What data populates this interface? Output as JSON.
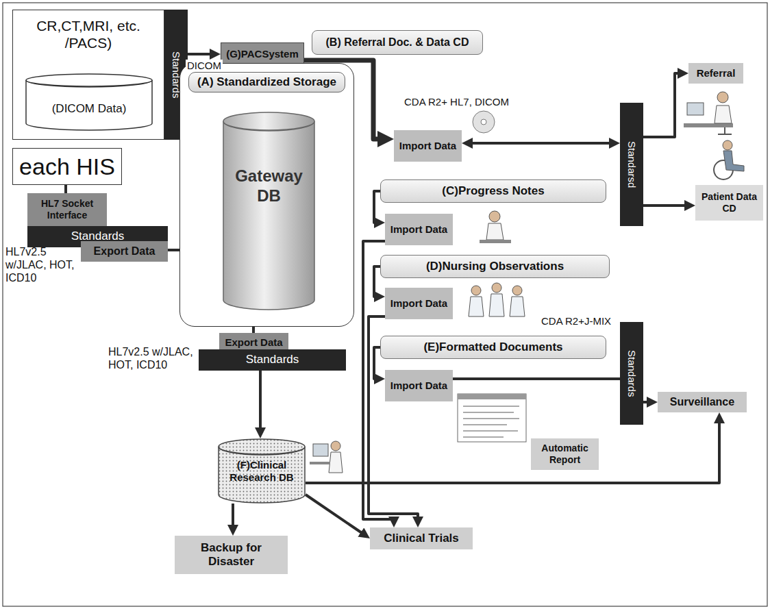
{
  "diagram": {
    "nodes": [
      {
        "text": [
          "CR,CT,MRI, etc. /PACS)"
        ]
      },
      {
        "text": [
          "(DICOM Data)"
        ],
        "in": 0
      },
      {
        "text": [
          "Standards"
        ]
      },
      {
        "text": [
          "(G)PACSystem"
        ]
      },
      {
        "text": [
          "(B) Referral Doc. & Data CD"
        ]
      },
      {
        "text": [
          "Standarsd"
        ]
      },
      {
        "text": [
          "Referral"
        ]
      },
      {
        "text": [
          "each HIS"
        ]
      },
      {
        "text": [
          "HL7 Socket Interface"
        ]
      },
      {
        "text": [
          "Standards"
        ]
      },
      {
        "text": [
          "Export Data"
        ]
      },
      {
        "text": [
          "(A) Standardized Storage"
        ]
      },
      {
        "text": [
          "Gateway DB"
        ],
        "in": 11
      },
      {
        "text": [
          "Import Data"
        ]
      },
      {
        "text": [
          "(C)Progress Notes"
        ]
      },
      {
        "text": [
          "Import Data"
        ]
      },
      {
        "text": [
          "(D)Nursing Observations"
        ]
      },
      {
        "text": [
          "Import Data"
        ]
      },
      {
        "text": [
          "(E)Formatted Documents"
        ]
      },
      {
        "text": [
          "Import Data"
        ]
      },
      {
        "text": [
          "Standards"
        ]
      },
      {
        "text": [
          "Surveillance"
        ]
      },
      {
        "text": [
          "Export Data"
        ]
      },
      {
        "text": [
          "Standards"
        ]
      },
      {
        "text": [
          "(F)Clinical Research DB"
        ]
      },
      {
        "text": [
          "Automatic Report"
        ]
      },
      {
        "text": [
          "Backup for Disaster"
        ]
      },
      {
        "text": [
          "Clinical Trials"
        ]
      },
      {
        "text": [
          "Patient Data CD"
        ]
      }
    ],
    "edges": [
      {
        "from": 2,
        "to": 3,
        "arrow": "to",
        "label": "DICOM"
      },
      {
        "from": 3,
        "to": 13,
        "arrow": "to"
      },
      {
        "from": 13,
        "to": 5,
        "arrow": "both"
      },
      {
        "from": 5,
        "to": 6,
        "arrow": "to"
      },
      {
        "from": 5,
        "to": 28,
        "arrow": "to"
      },
      {
        "from": 7,
        "to": 8,
        "arrow": "none"
      },
      {
        "from": 10,
        "to": 12,
        "arrow": "to"
      },
      {
        "from": 14,
        "to": 15,
        "arrow": "to"
      },
      {
        "from": 16,
        "to": 17,
        "arrow": "to"
      },
      {
        "from": 18,
        "to": 19,
        "arrow": "to"
      },
      {
        "from": 19,
        "to": 20,
        "arrow": "none"
      },
      {
        "from": 20,
        "to": 21,
        "arrow": "to"
      },
      {
        "from": 11,
        "to": 22,
        "arrow": "none"
      },
      {
        "from": 23,
        "to": 24,
        "arrow": "to"
      },
      {
        "from": 24,
        "to": 21,
        "arrow": "to"
      },
      {
        "from": 24,
        "to": 26,
        "arrow": "to"
      },
      {
        "from": 24,
        "to": 27,
        "arrow": "to"
      },
      {
        "from": 15,
        "to": 27,
        "arrow": "to"
      },
      {
        "from": 17,
        "to": 27,
        "arrow": "to"
      }
    ],
    "labels": [
      "CDA R2+ HL7, DICOM",
      "HL7v2.5 w/JLAC, HOT, ICD10",
      "HL7v2.5 w/JLAC, HOT, ICD10",
      "CDA R2+J-MIX"
    ]
  }
}
